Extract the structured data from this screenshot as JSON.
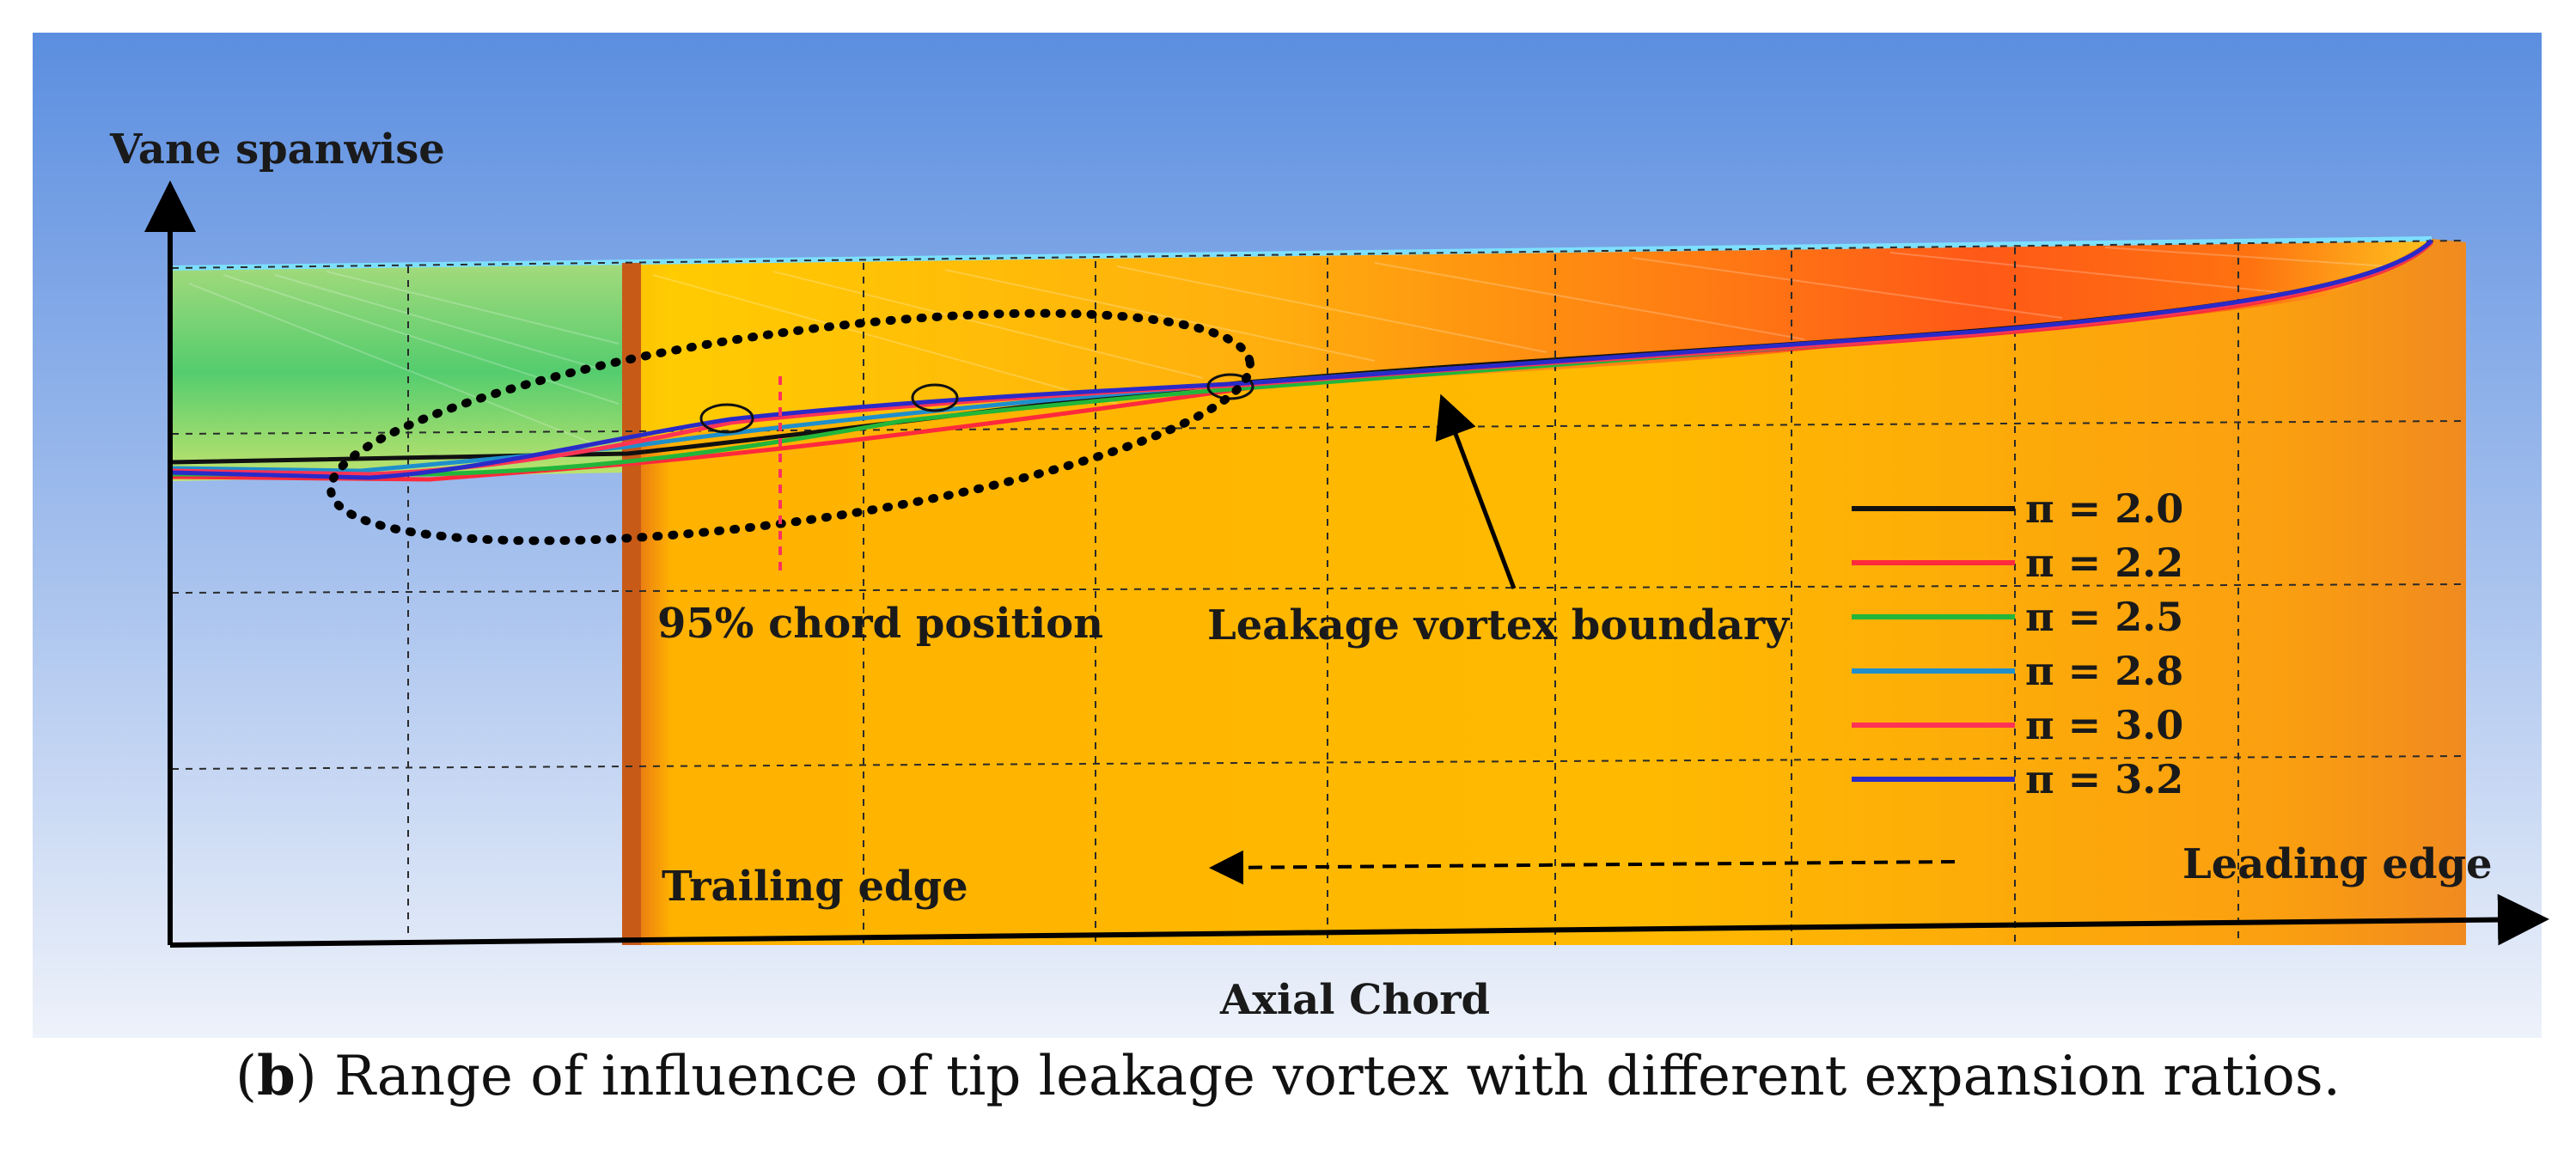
{
  "figure": {
    "y_axis_label": "Vane spanwise",
    "x_axis_label": "Axial Chord",
    "annotations": {
      "chord_position": "95% chord position",
      "vortex_boundary": "Leakage vortex boundary",
      "trailing_edge": "Trailing edge",
      "leading_edge": "Leading edge"
    },
    "legend": [
      {
        "label": "π = 2.0",
        "color": "#111111"
      },
      {
        "label": "π = 2.2",
        "color": "#ff2a3c"
      },
      {
        "label": "π = 2.5",
        "color": "#22b63a"
      },
      {
        "label": "π = 2.8",
        "color": "#1f8fcc"
      },
      {
        "label": "π = 3.0",
        "color": "#ff3355"
      },
      {
        "label": "π = 3.2",
        "color": "#2a2ac8"
      }
    ],
    "colors": {
      "sky_top": "#5b8fe0",
      "sky_bottom": "#e8eef9",
      "blade_orange": "#ffb800",
      "blade_dark": "#e07a10",
      "hot_red": "#ff3a1a"
    }
  },
  "caption": {
    "letter": "b",
    "text": "Range of influence of tip leakage vortex with different expansion ratios."
  }
}
